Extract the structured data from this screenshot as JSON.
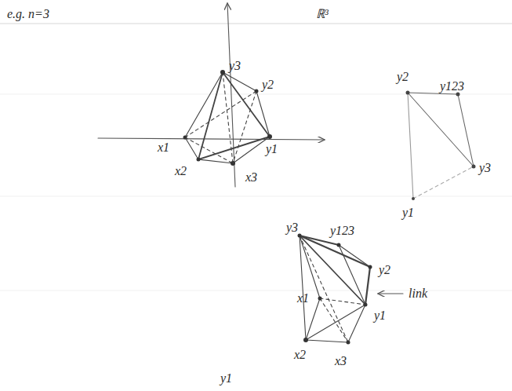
{
  "diagram": {
    "labels": [
      "e.g. n=3",
      "ℝ³",
      "y3",
      "y2",
      "x1",
      "y1",
      "x2",
      "x3",
      "y2",
      "y123",
      "y1",
      "y3",
      "y3",
      "y123",
      "y2",
      "x1",
      "y1",
      "link",
      "x2",
      "x3",
      "y1"
    ]
  }
}
